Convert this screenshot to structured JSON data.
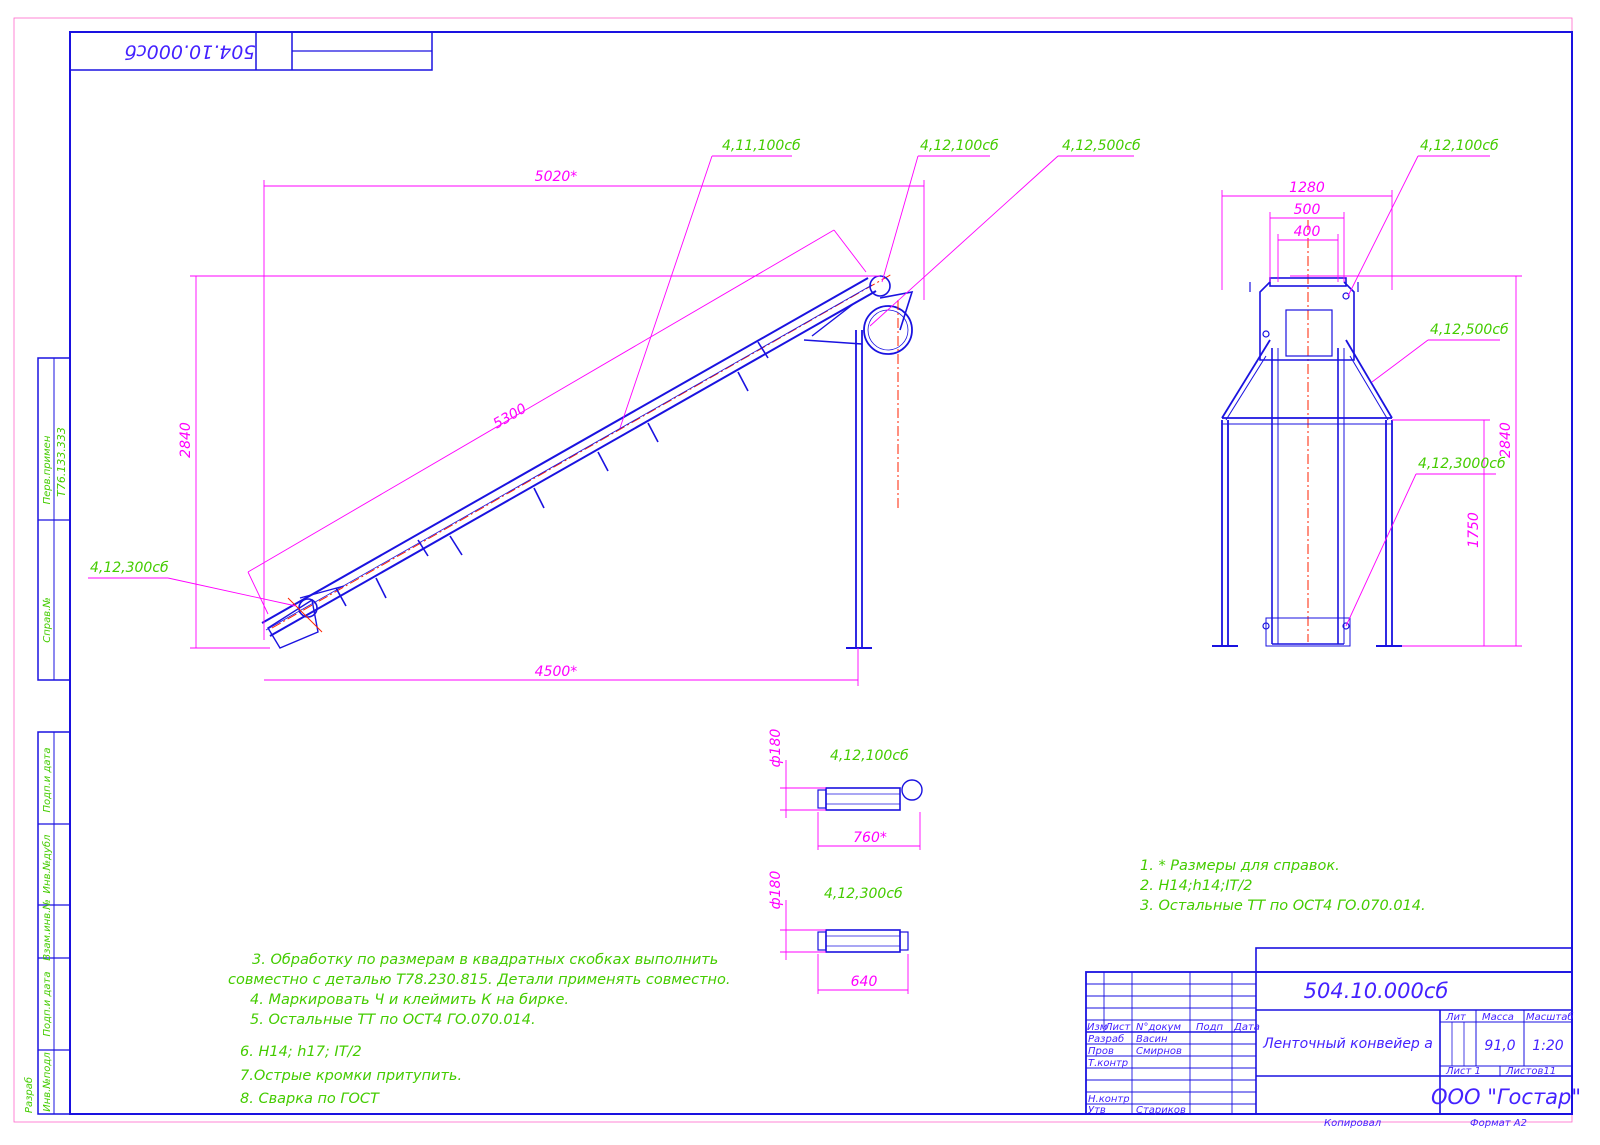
{
  "doc_code": "504.10.000сб",
  "stamp_code": "504.10.000сб",
  "left_strip": {
    "perv_primen_label": "Перв.примен",
    "perv_primen_value": "Т76.133.333",
    "sprav_label": "Справ.№",
    "podp_data_1": "Подп.и дата",
    "inv_dubl": "Инв.№дубл",
    "vzam_inv": "Взам.инв.№",
    "podp_data_2": "Подп.и дата",
    "inv_podl": "Инв.№подл",
    "razrab_outer": "Разраб"
  },
  "dimensions": {
    "d5020": "5020*",
    "d5300": "5300",
    "d2840_left": "2840",
    "d4500": "4500*",
    "d1280": "1280",
    "d500": "500",
    "d400": "400",
    "d2840_right": "2840",
    "d1750": "1750",
    "phi180_a": "ф180",
    "d760": "760*",
    "phi180_b": "ф180",
    "d640": "640"
  },
  "callouts": {
    "c_411100": "4,11,100сб",
    "c_412100_top": "4,12,100сб",
    "c_412500_top": "4,12,500сб",
    "c_412300_left": "4,12,300сб",
    "c_412100_right": "4,12,100сб",
    "c_412500_right": "4,12,500сб",
    "c_4123000": "4,12,3000сб",
    "detail_412100": "4,12,100сб",
    "detail_412300": "4,12,300сб"
  },
  "notes_right": [
    "1. * Размеры для справок.",
    "2. H14;h14;IT/2",
    "3. Остальные ТТ по ОСТ4 ГО.070.014."
  ],
  "notes_left": [
    "3. Обработку по размерам в квадратных скобках выполнить",
    "совместно с деталью Т78.230.815. Детали применять совместно.",
    "4. Маркировать Ч и клеймить К на бирке.",
    "5. Остальные ТТ по ОСТ4 ГО.070.014.",
    "6. H14; h17; IT/2",
    "7.Острые кромки притупить.",
    "8. Сварка по ГОСТ"
  ],
  "title_block": {
    "title": "Ленточный конвейер а",
    "izm": "Изм",
    "list": "Лист",
    "n_dokum": "N°докум",
    "podp": "Подп",
    "data": "Дата",
    "razrab": "Разраб",
    "razrab_name": "Васин",
    "prov": "Пров",
    "prov_name": "Смирнов",
    "tkontr": "Т.контр",
    "nkontr": "Н.контр",
    "utv": "Утв",
    "utv_name": "Стариков",
    "lit": "Лит",
    "massa": "Масса",
    "masshtab": "Масштаб",
    "massa_value": "91,0",
    "masshtab_value": "1:20",
    "list_label": "Лист 1",
    "listov": "Листов11",
    "company": "ООО \"Гостар\"",
    "kopiroval": "Копировал",
    "format": "Формат А2"
  },
  "colors": {
    "frame": "#1a12e0",
    "dimension": "#ff00ff",
    "text": "#44cc00",
    "axis": "#ff2200"
  }
}
